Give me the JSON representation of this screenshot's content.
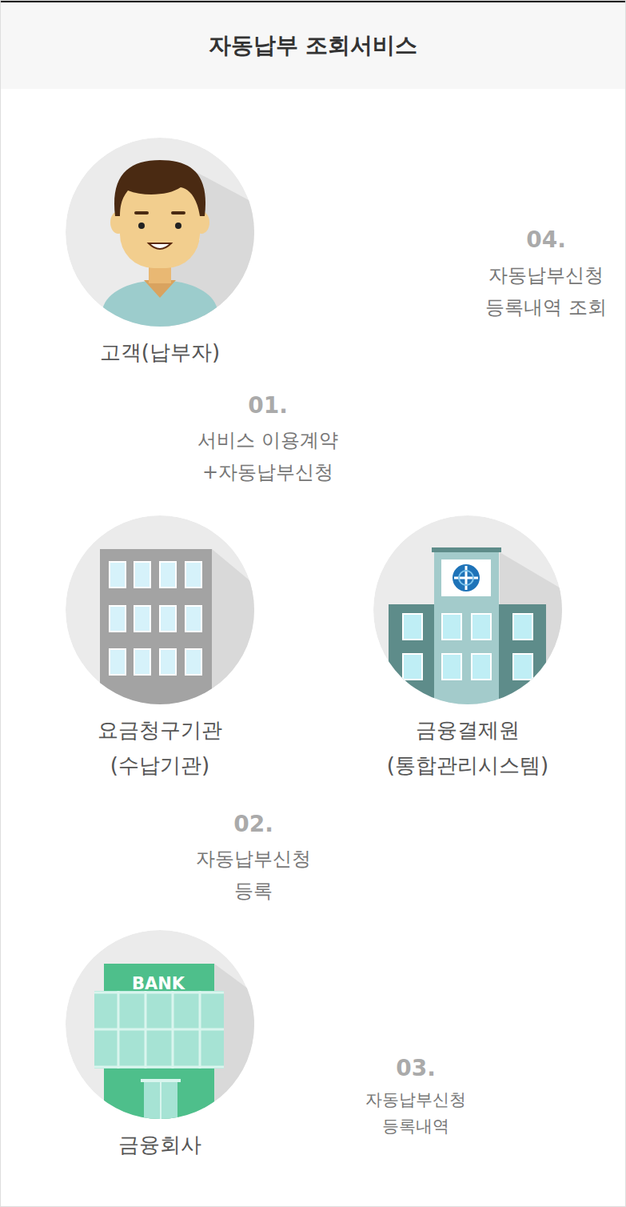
{
  "diagram": {
    "title": "자동납부 조회서비스",
    "nodes": [
      {
        "text": [
          "고객(납부자)"
        ]
      },
      {
        "text": [
          "요금청구기관 (수납기관)"
        ]
      },
      {
        "text": [
          "금융결제원 (통합관리시스템)"
        ]
      },
      {
        "text": [
          "금융회사"
        ]
      }
    ],
    "edges": [
      {
        "from": 0,
        "to": 1,
        "arrow": "to",
        "label": "서비스 이용계약 +자동납부신청"
      },
      {
        "from": 1,
        "to": 3,
        "arrow": "to",
        "label": "자동납부신청 등록"
      },
      {
        "from": 3,
        "to": 2,
        "arrow": "to",
        "label": "자동납부신청 등록내역"
      },
      {
        "from": 2,
        "to": 0,
        "arrow": "to",
        "label": "자동납부신청 등록내역 조회"
      }
    ],
    "labels": [
      "01.",
      "02.",
      "03.",
      "04.",
      "BANK"
    ]
  }
}
